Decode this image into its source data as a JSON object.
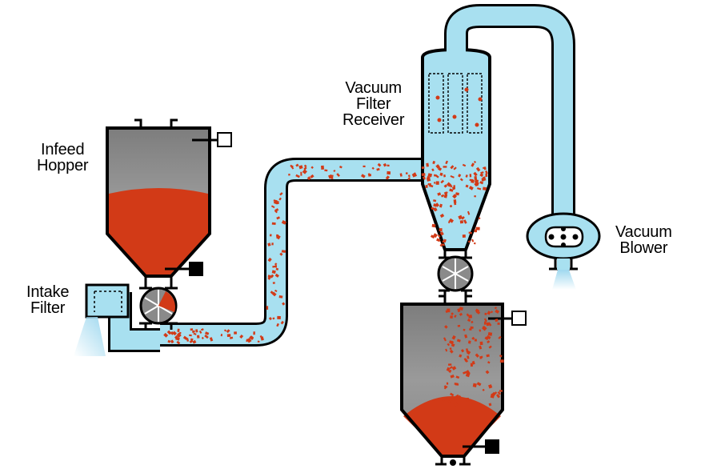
{
  "diagram": {
    "labels": {
      "infeed_hopper": [
        "Infeed",
        "Hopper"
      ],
      "intake_filter": [
        "Intake",
        "Filter"
      ],
      "vacuum_filter_receiver": [
        "Vacuum",
        "Filter",
        "Receiver"
      ],
      "vacuum_blower": [
        "Vacuum",
        "Blower"
      ]
    },
    "colors": {
      "air": "#a8e0f0",
      "air_dark": "#7fcbe6",
      "material": "#d23a17",
      "outline": "#000000",
      "hopper_gray": "#8c8c8c",
      "valve_gray": "#8a8a8a"
    }
  }
}
